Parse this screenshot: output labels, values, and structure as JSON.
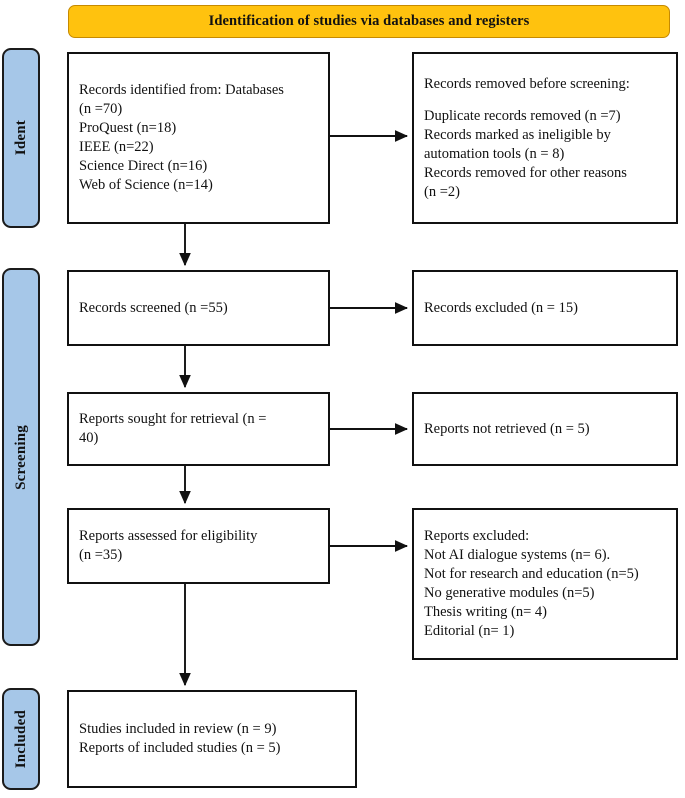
{
  "banner": {
    "label": "Identification of studies via databases and registers",
    "fill": "#FFC20E",
    "border": "#C68A00"
  },
  "phases": {
    "fill": "#A6C7E8",
    "border": "#1b1b1b",
    "identification": "Ident",
    "screening": "Screening",
    "included": "Included"
  },
  "boxes": {
    "identified": {
      "lines": [
        "Records identified from: Databases",
        "(n =70)",
        "ProQuest (n=18)",
        "IEEE (n=22)",
        "Science Direct (n=16)",
        "Web of Science (n=14)"
      ]
    },
    "removed": {
      "lines": [
        "Records removed before screening:",
        "",
        "Duplicate records removed (n =7)",
        "Records marked as ineligible by",
        "automation tools (n = 8)",
        "Records removed for other reasons",
        "(n =2)"
      ]
    },
    "screened": {
      "lines": [
        "Records screened (n =55)"
      ]
    },
    "excluded_screen": {
      "lines": [
        "Records excluded (n = 15)"
      ]
    },
    "sought": {
      "lines": [
        "Reports sought for retrieval (n =",
        "40)"
      ]
    },
    "not_retrieved": {
      "lines": [
        "Reports not retrieved (n = 5)"
      ]
    },
    "assessed": {
      "lines": [
        "Reports assessed for eligibility",
        "(n =35)"
      ]
    },
    "reports_excluded": {
      "lines": [
        "Reports excluded:",
        "Not AI dialogue systems (n= 6).",
        "Not for research and education (n=5)",
        "No generative modules (n=5)",
        "Thesis writing (n= 4)",
        "Editorial (n= 1)"
      ]
    },
    "included": {
      "lines": [
        "Studies included in review (n = 9)",
        "Reports of included studies (n = 5)"
      ]
    }
  },
  "chart_data": {
    "type": "diagram",
    "title": "PRISMA 2020 flow diagram",
    "stages": [
      {
        "phase": "Identification",
        "node": "Records identified from: Databases",
        "total": 70,
        "sources": [
          {
            "name": "ProQuest",
            "n": 18
          },
          {
            "name": "IEEE",
            "n": 22
          },
          {
            "name": "Science Direct",
            "n": 16
          },
          {
            "name": "Web of Science",
            "n": 14
          }
        ],
        "removed": [
          {
            "reason": "Duplicate records removed",
            "n": 7
          },
          {
            "reason": "Records marked as ineligible by automation tools",
            "n": 8
          },
          {
            "reason": "Records removed for other reasons",
            "n": 2
          }
        ]
      },
      {
        "phase": "Screening",
        "node": "Records screened",
        "n": 55,
        "excluded": [
          {
            "reason": "Records excluded",
            "n": 15
          }
        ]
      },
      {
        "phase": "Screening",
        "node": "Reports sought for retrieval",
        "n": 40,
        "excluded": [
          {
            "reason": "Reports not retrieved",
            "n": 5
          }
        ]
      },
      {
        "phase": "Screening",
        "node": "Reports assessed for eligibility",
        "n": 35,
        "excluded": [
          {
            "reason": "Not AI dialogue systems",
            "n": 6
          },
          {
            "reason": "Not for research and education",
            "n": 5
          },
          {
            "reason": "No generative modules",
            "n": 5
          },
          {
            "reason": "Thesis writing",
            "n": 4
          },
          {
            "reason": "Editorial",
            "n": 1
          }
        ]
      },
      {
        "phase": "Included",
        "node": "Studies included in review",
        "n": 9,
        "reports_of_included_studies": 5
      }
    ]
  }
}
